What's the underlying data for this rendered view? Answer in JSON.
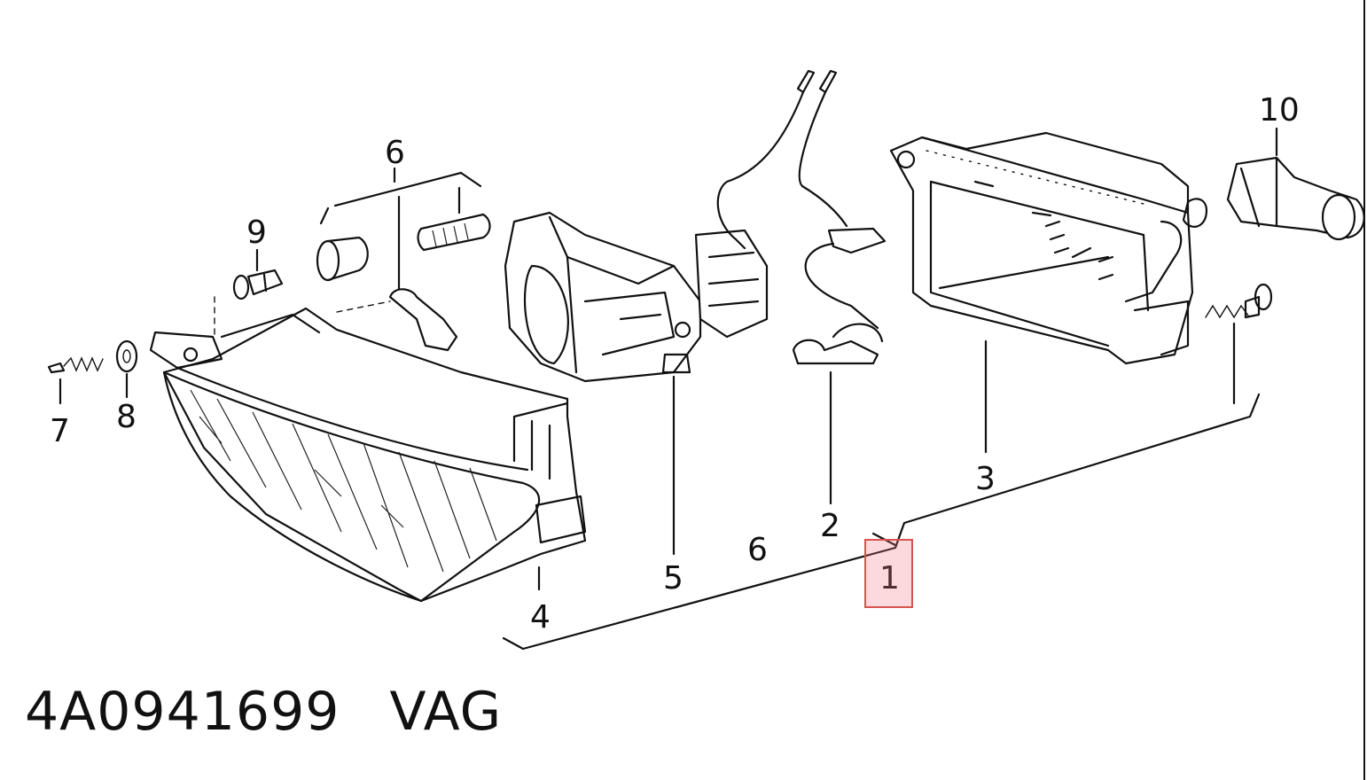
{
  "diagram": {
    "callouts": {
      "c1": "1",
      "c2": "2",
      "c3": "3",
      "c4": "4",
      "c5": "5",
      "c6a": "6",
      "c6b": "6",
      "c7": "7",
      "c8": "8",
      "c9": "9",
      "c10": "10"
    },
    "highlighted_callout": "1",
    "highlight_color": "#f07882"
  },
  "footer": {
    "part_number": "4A0941699",
    "brand": "VAG"
  }
}
